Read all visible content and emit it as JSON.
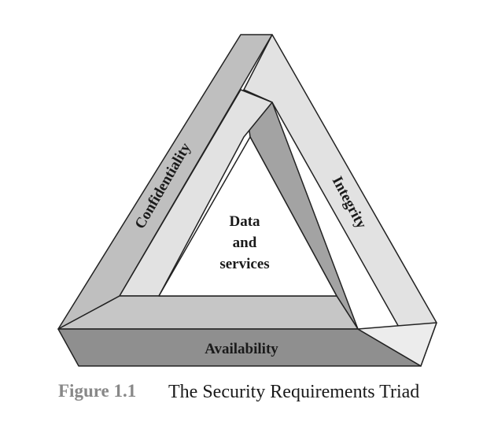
{
  "figure": {
    "center_lines": [
      "Data",
      "and",
      "services"
    ],
    "sides": {
      "left": "Confidentiality",
      "right": "Integrity",
      "bottom": "Availability"
    },
    "caption": {
      "number": "Figure 1.1",
      "title": "The Security Requirements Triad"
    }
  },
  "colors": {
    "left_bar": "#bfbfbf",
    "right_bar": "#e2e2e2",
    "bottom_front": "#8f8f8f",
    "inner_shadow": "#a3a3a3",
    "bottom_top": "#c6c6c6",
    "right_end_face": "#ececec",
    "outline": "#222222",
    "caption_number": "#888888"
  }
}
